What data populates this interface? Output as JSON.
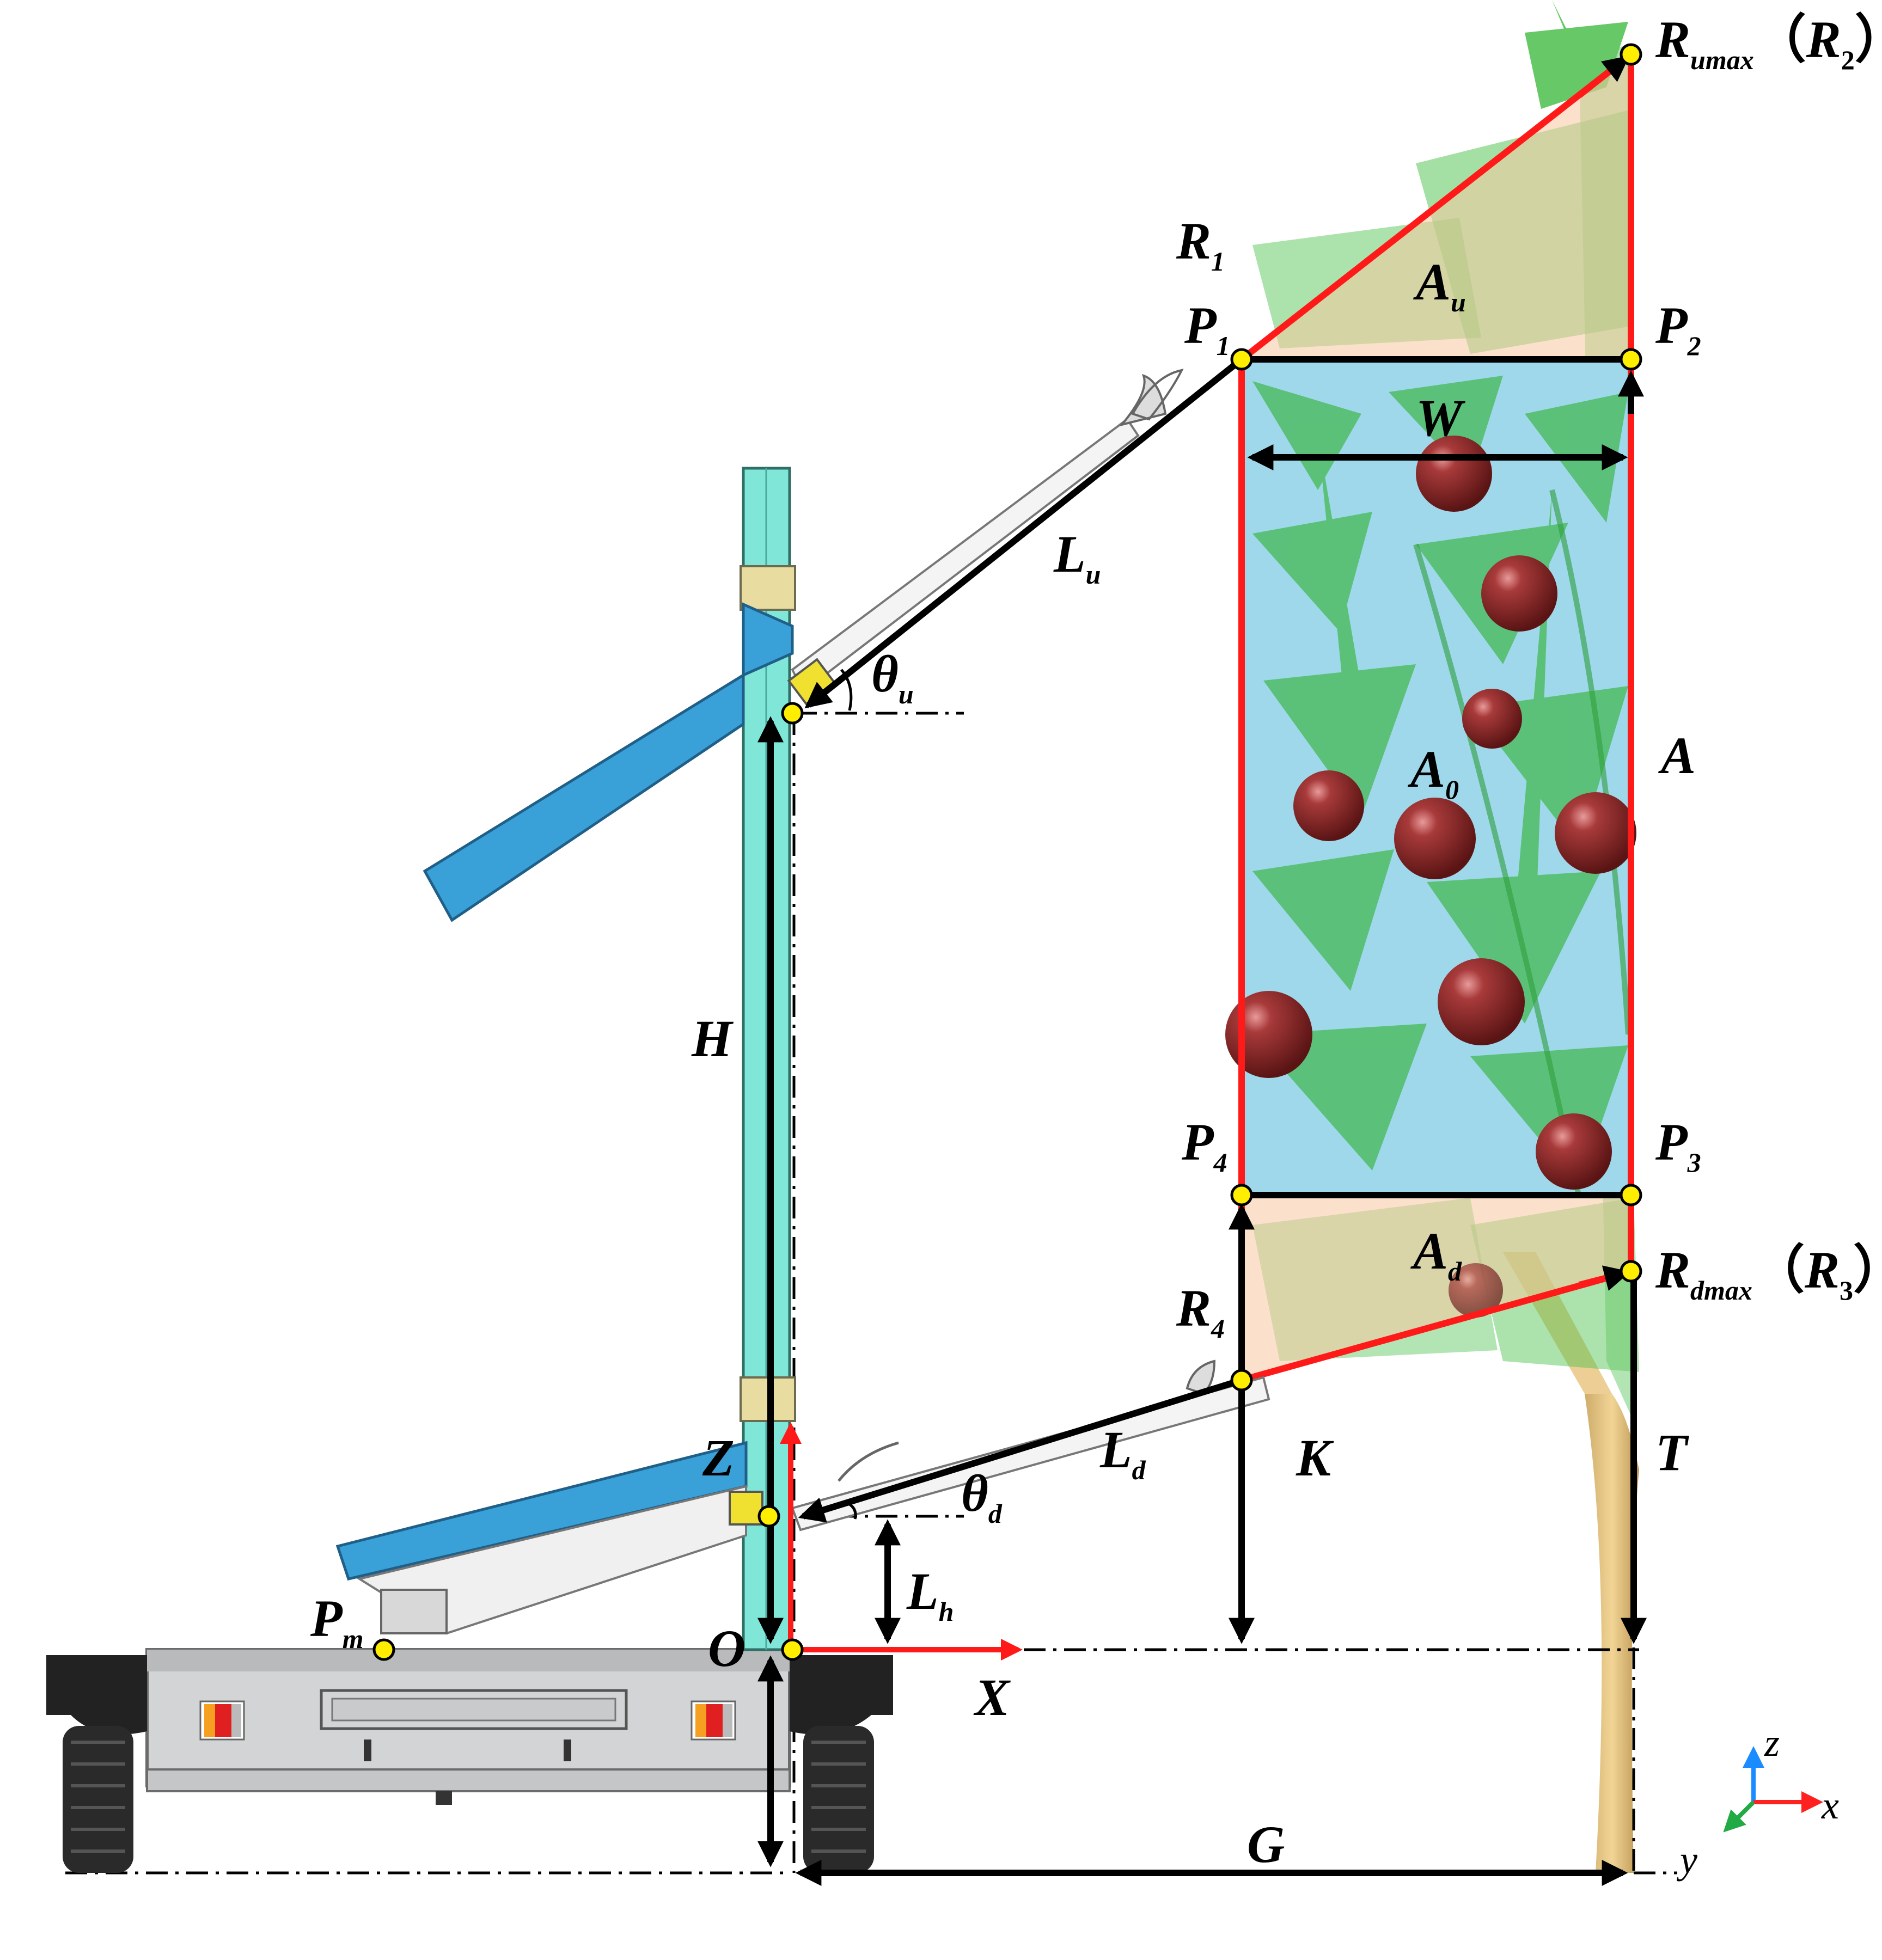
{
  "points": {
    "R_umax": {
      "main": "R",
      "sub": "umax",
      "paren": "（",
      "paren_main": "R",
      "paren_sub": "2",
      "paren_close": "）"
    },
    "R_dmax": {
      "main": "R",
      "sub": "dmax",
      "paren": "（",
      "paren_main": "R",
      "paren_sub": "3",
      "paren_close": "）"
    },
    "R1": {
      "main": "R",
      "sub": "1"
    },
    "R4": {
      "main": "R",
      "sub": "4"
    },
    "P1": {
      "main": "P",
      "sub": "1"
    },
    "P2": {
      "main": "P",
      "sub": "2"
    },
    "P3": {
      "main": "P",
      "sub": "3"
    },
    "P4": {
      "main": "P",
      "sub": "4"
    },
    "Pm": {
      "main": "P",
      "sub": "m"
    },
    "O": {
      "main": "O"
    }
  },
  "regions": {
    "A_u": {
      "main": "A",
      "sub": "u"
    },
    "A_0": {
      "main": "A",
      "sub": "0"
    },
    "A_d": {
      "main": "A",
      "sub": "d"
    },
    "A": {
      "main": "A"
    }
  },
  "dimensions": {
    "W": "W",
    "H": "H",
    "K": "K",
    "T": "T",
    "G": "G",
    "Z": "Z",
    "X": "X",
    "L_u": {
      "main": "L",
      "sub": "u"
    },
    "L_d": {
      "main": "L",
      "sub": "d"
    },
    "L_h": {
      "main": "L",
      "sub": "h"
    },
    "theta_u": {
      "main": "θ",
      "sub": "u"
    },
    "theta_d": {
      "main": "θ",
      "sub": "d"
    }
  },
  "axes_triad": {
    "z": "z",
    "x": "x",
    "y": "y"
  },
  "colors": {
    "mast": "#7fe6d8",
    "solar_panel": "#3aa0d8",
    "fruit": "#8a2a2a",
    "foliage": "#4cbf4c",
    "work_zone": "#9fd8ea",
    "upper_lower_zone": "#f7c9a0",
    "boundary_red": "#ff1a1a",
    "point_yellow": "#ffee00"
  }
}
